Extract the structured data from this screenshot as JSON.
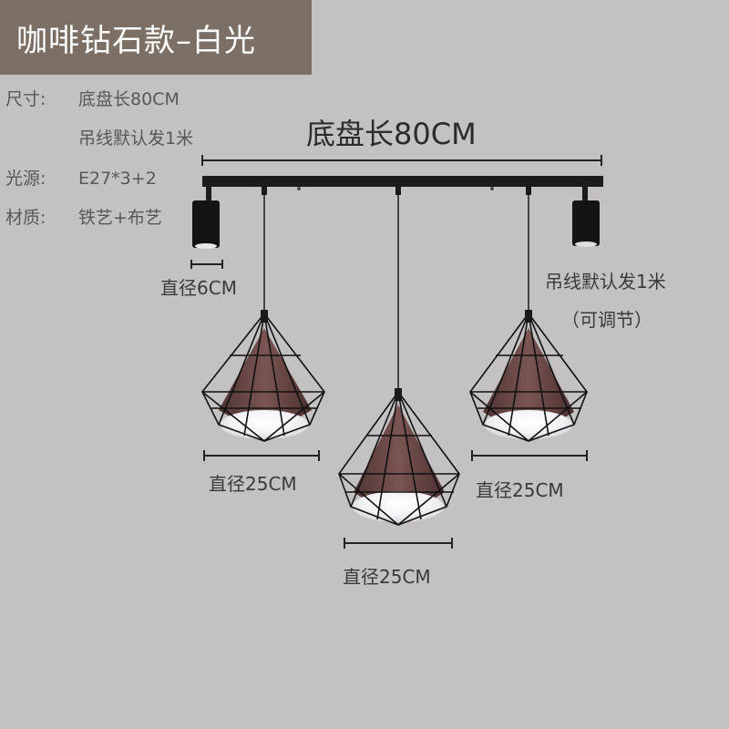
{
  "title": "咖啡钻石款–白光",
  "specs": {
    "size_label": "尺寸:",
    "size_value": "底盘长80CM",
    "size_value2": "吊线默认发1米",
    "light_label": "光源:",
    "light_value": "E27*3+2",
    "material_label": "材质:",
    "material_value": "铁艺+布艺"
  },
  "annotations": {
    "base_length": "底盘长80CM",
    "spot_diameter": "直径6CM",
    "cord_default": "吊线默认发1米",
    "cord_adjustable": "（可调节）",
    "shade_left": "直径25CM",
    "shade_center": "直径25CM",
    "shade_right": "直径25CM"
  },
  "colors": {
    "background": "#c3c1c2",
    "title_bar": "#7c6f65",
    "shade_fabric": "#6e4c4a",
    "metal": "#1e1e1e"
  }
}
